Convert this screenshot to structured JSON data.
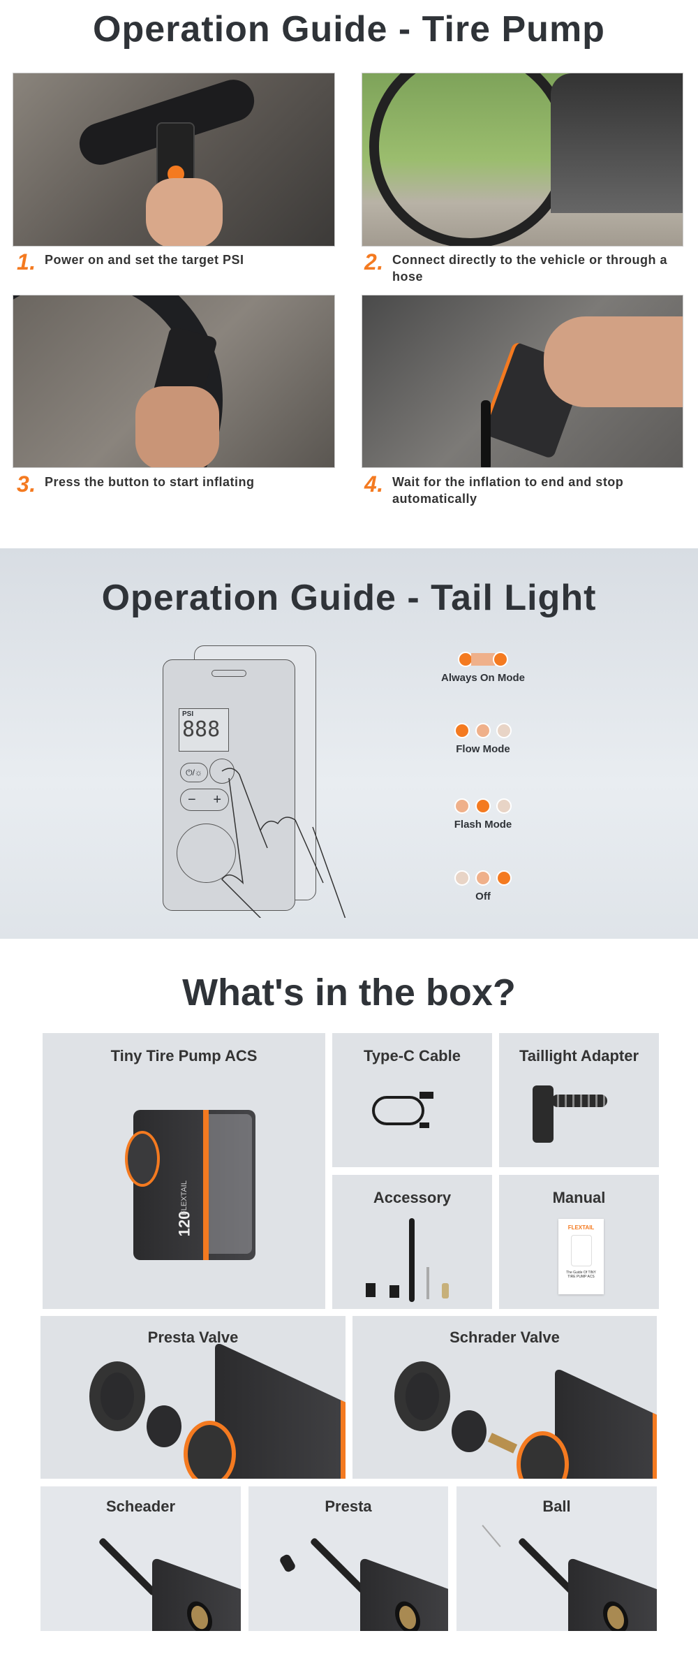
{
  "tire_pump": {
    "title": "Operation Guide - Tire Pump",
    "steps": [
      {
        "num": "1.",
        "text": "Power on and set the target PSI"
      },
      {
        "num": "2.",
        "text": "Connect directly to the vehicle or through a hose"
      },
      {
        "num": "3.",
        "text": "Press the button to start inflating"
      },
      {
        "num": "4.",
        "text": "Wait for the inflation to end and stop automatically"
      }
    ]
  },
  "tail_light": {
    "title": "Operation Guide - Tail Light",
    "display_label": "PSI",
    "display_digits": "888",
    "button_label": "⏻/☼",
    "minus": "−",
    "plus": "+",
    "modes": [
      {
        "label": "Always On Mode"
      },
      {
        "label": "Flow Mode"
      },
      {
        "label": "Flash Mode"
      },
      {
        "label": "Off"
      }
    ]
  },
  "box": {
    "title": "What's in the box?",
    "items": [
      {
        "label": "Tiny Tire Pump ACS"
      },
      {
        "label": "Type-C Cable"
      },
      {
        "label": "Taillight Adapter"
      },
      {
        "label": "Accessory"
      },
      {
        "label": "Manual"
      },
      {
        "label": "Presta Valve"
      },
      {
        "label": "Schrader Valve"
      },
      {
        "label": "Scheader"
      },
      {
        "label": "Presta"
      },
      {
        "label": "Ball"
      }
    ],
    "pump_brand": "FLEXTAIL",
    "pump_psi": "120",
    "manual_brand": "FLEXTAIL",
    "manual_text": "The Guide Of TINY TIRE PUMP ACS"
  },
  "colors": {
    "accent": "#f47a20",
    "accent_light": "#efb08a",
    "accent_pale": "#e8d4c6",
    "text": "#2f3338"
  }
}
